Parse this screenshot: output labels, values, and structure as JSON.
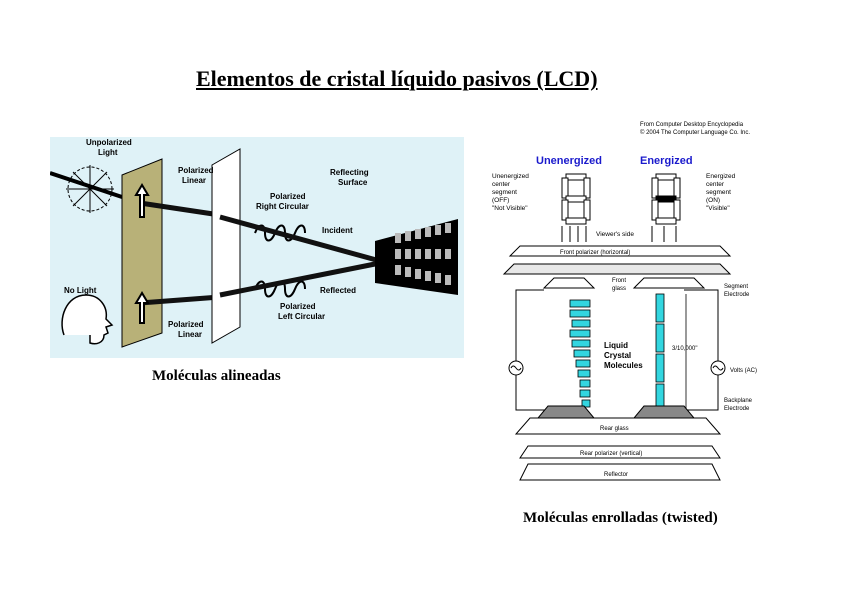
{
  "page": {
    "title": "Elementos de cristal líquido pasivos (LCD)",
    "caption_left": "Moléculas alineadas",
    "caption_right": "Moléculas enrolladas (twisted)"
  },
  "left_diagram": {
    "labels": {
      "unpolarized": "Unpolarized",
      "light": "Light",
      "polarized": "Polarized",
      "linear": "Linear",
      "reflecting": "Reflecting",
      "surface": "Surface",
      "polarized_rc": "Polarized",
      "right_circular": "Right Circular",
      "incident": "Incident",
      "no_light": "No Light",
      "polarized_lc": "Polarized",
      "left_circular": "Left Circular",
      "reflected": "Reflected",
      "polarized_bottom": "Polarized",
      "linear_bottom": "Linear"
    },
    "colors": {
      "background": "#dff2f7",
      "polarizer": "#b8b178"
    }
  },
  "right_diagram": {
    "credit_line1": "From Computer Desktop Encyclopedia",
    "credit_line2": "© 2004 The Computer Language Co. Inc.",
    "unenergized": "Unenergized",
    "energized": "Energized",
    "unenergized_desc": [
      "Unenergized",
      "center",
      "segment",
      "(OFF)",
      "\"Not Visible\""
    ],
    "energized_desc": [
      "Energized",
      "center",
      "segment",
      "(ON)",
      "\"Visible\""
    ],
    "viewers_side": "Viewer's side",
    "front_polarizer": "Front polarizer (horizontal)",
    "front_glass": [
      "Front",
      "glass"
    ],
    "segment_electrode": [
      "Segment",
      "Electrode"
    ],
    "liquid_crystal": [
      "Liquid",
      "Crystal",
      "Molecules"
    ],
    "gap": "3/10,000\"",
    "volts": "Volts (AC)",
    "backplane_electrode": [
      "Backplane",
      "Electrode"
    ],
    "rear_glass": "Rear glass",
    "rear_polarizer": "Rear polarizer (vertical)",
    "reflector": "Reflector",
    "colors": {
      "heading": "#1a1acc",
      "molecule": "#33d6e0"
    }
  }
}
